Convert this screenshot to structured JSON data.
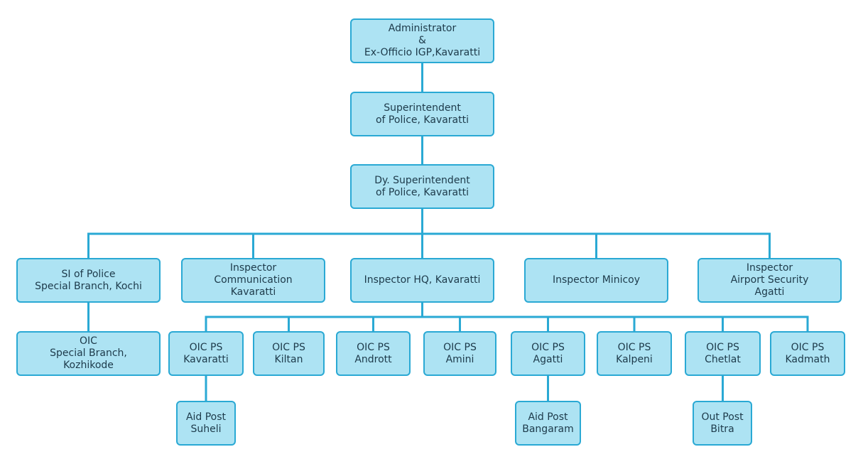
{
  "colors": {
    "box_fill": "#ade3f3",
    "box_border": "#2aa9d4",
    "connector": "#2aa9d4",
    "text": "#1d3a4a"
  },
  "nodes": {
    "administrator": [
      "Administrator",
      "&",
      "Ex-Officio IGP,Kavaratti"
    ],
    "sp": [
      "Superintendent",
      "of Police, Kavaratti"
    ],
    "dysp": [
      "Dy. Superintendent",
      "of Police, Kavaratti"
    ],
    "si_kochi": [
      "SI of Police",
      "Special Branch, Kochi"
    ],
    "insp_comm": [
      "Inspector",
      "Communication",
      "Kavaratti"
    ],
    "insp_hq": [
      "Inspector HQ, Kavaratti"
    ],
    "insp_minicoy": [
      "Inspector Minicoy"
    ],
    "insp_airport": [
      "Inspector",
      "Airport Security",
      "Agatti"
    ],
    "oic_sb": [
      "OIC",
      "Special Branch,",
      "Kozhikode"
    ],
    "ps_kavaratti": [
      "OIC PS",
      "Kavaratti"
    ],
    "ps_kiltan": [
      "OIC PS",
      "Kiltan"
    ],
    "ps_andrott": [
      "OIC PS",
      "Andrott"
    ],
    "ps_amini": [
      "OIC PS",
      "Amini"
    ],
    "ps_agatti": [
      "OIC PS",
      "Agatti"
    ],
    "ps_kalpeni": [
      "OIC PS",
      "Kalpeni"
    ],
    "ps_chetlat": [
      "OIC PS",
      "Chetlat"
    ],
    "ps_kadmath": [
      "OIC PS",
      "Kadmath"
    ],
    "aid_suheli": [
      "Aid Post",
      "Suheli"
    ],
    "aid_bangaram": [
      "Aid Post",
      "Bangaram"
    ],
    "out_bitra": [
      "Out Post",
      "Bitra"
    ]
  },
  "edges": [
    [
      "administrator",
      "sp"
    ],
    [
      "sp",
      "dysp"
    ],
    [
      "dysp",
      "si_kochi"
    ],
    [
      "dysp",
      "insp_comm"
    ],
    [
      "dysp",
      "insp_hq"
    ],
    [
      "dysp",
      "insp_minicoy"
    ],
    [
      "dysp",
      "insp_airport"
    ],
    [
      "si_kochi",
      "oic_sb"
    ],
    [
      "insp_hq",
      "ps_kavaratti"
    ],
    [
      "insp_hq",
      "ps_kiltan"
    ],
    [
      "insp_hq",
      "ps_andrott"
    ],
    [
      "insp_hq",
      "ps_amini"
    ],
    [
      "insp_hq",
      "ps_agatti"
    ],
    [
      "insp_hq",
      "ps_kalpeni"
    ],
    [
      "insp_hq",
      "ps_chetlat"
    ],
    [
      "insp_hq",
      "ps_kadmath"
    ],
    [
      "ps_kavaratti",
      "aid_suheli"
    ],
    [
      "ps_agatti",
      "aid_bangaram"
    ],
    [
      "ps_chetlat",
      "out_bitra"
    ]
  ]
}
